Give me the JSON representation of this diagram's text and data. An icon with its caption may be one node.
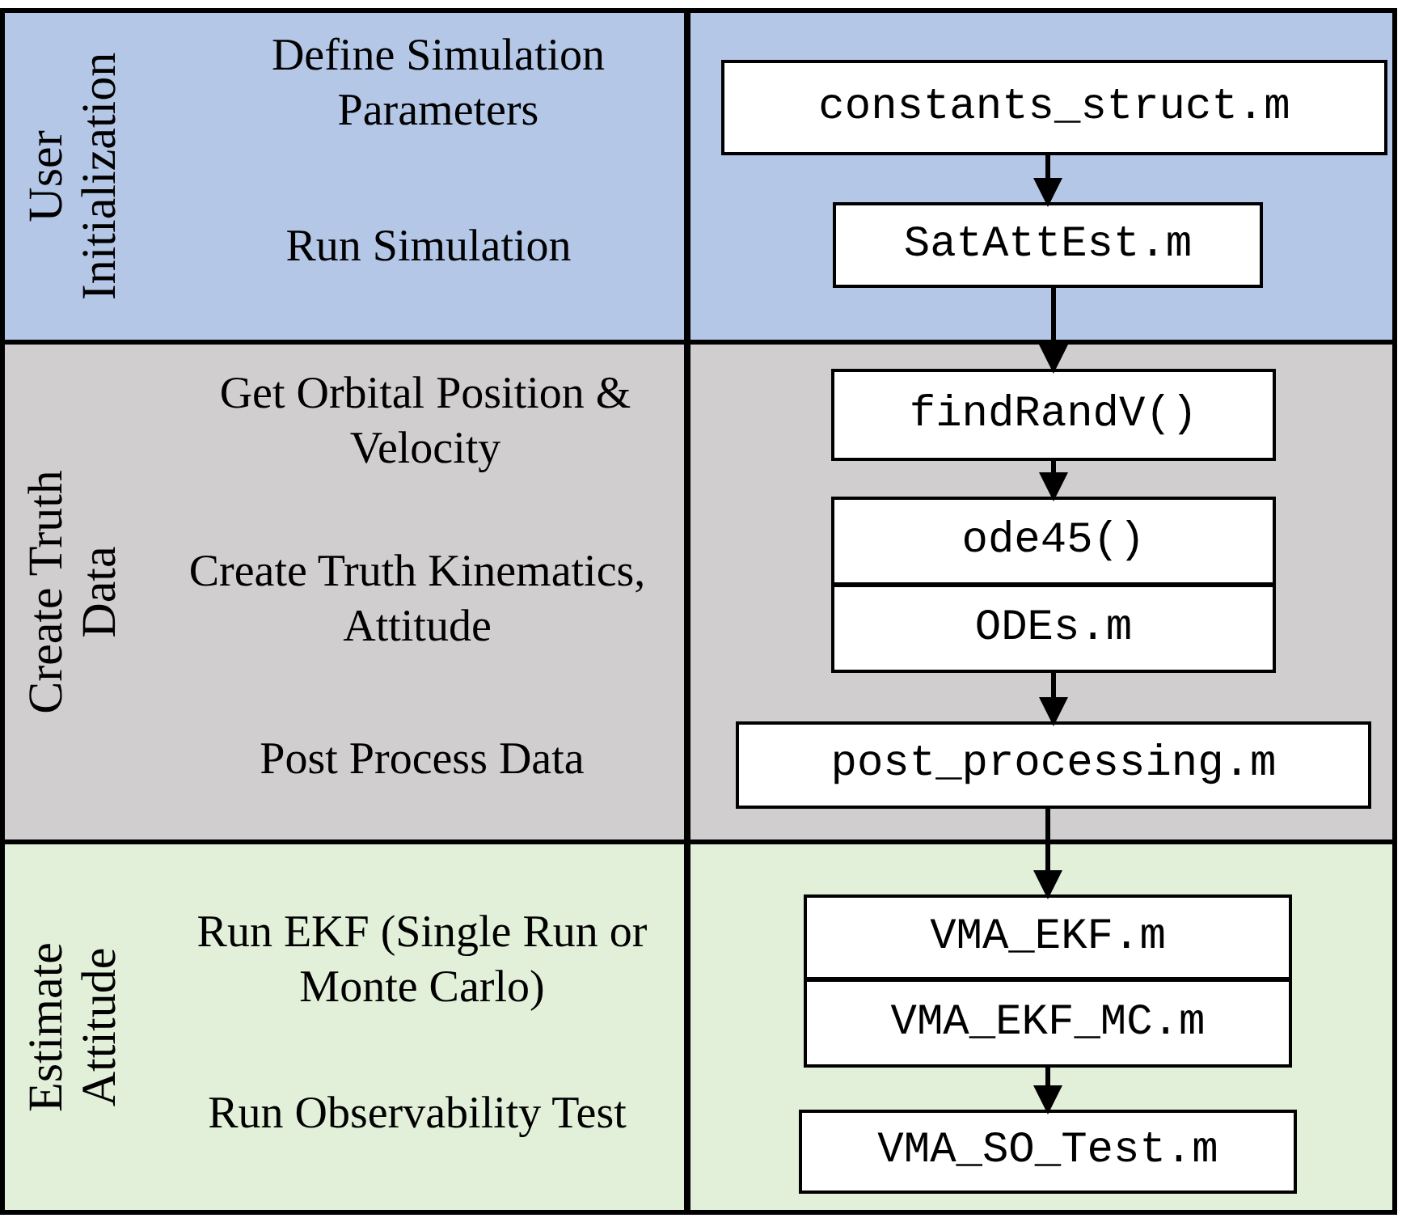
{
  "diagram": {
    "nodes": [
      {
        "text": [
          "User Initialization",
          "Define Simulation Parameters",
          "Run Simulation"
        ]
      },
      {
        "text": [
          "constants_struct.m"
        ],
        "in": 0
      },
      {
        "text": [
          "SatAttEst.m"
        ],
        "in": 0
      },
      {
        "text": [
          "Create Truth Data",
          "Get Orbital Position & Velocity",
          "Create Truth Kinematics, Attitude",
          "Post Process Data"
        ]
      },
      {
        "text": [
          "findRandV()"
        ],
        "in": 3
      },
      {
        "text": [
          "ode45()"
        ],
        "in": 3
      },
      {
        "text": [
          "ODEs.m"
        ],
        "in": 3
      },
      {
        "text": [
          "post_processing.m"
        ],
        "in": 3
      },
      {
        "text": [
          "Estimate Attitude",
          "Run EKF (Single Run or Monte Carlo)",
          "Run Observability Test"
        ]
      },
      {
        "text": [
          "VMA_EKF.m"
        ],
        "in": 8
      },
      {
        "text": [
          "VMA_EKF_MC.m"
        ],
        "in": 8
      },
      {
        "text": [
          "VMA_SO_Test.m"
        ],
        "in": 8
      }
    ],
    "edges": [
      {
        "from": 1,
        "to": 2,
        "arrow": "to"
      },
      {
        "from": 2,
        "to": 4,
        "arrow": "to"
      },
      {
        "from": 4,
        "to": 5,
        "arrow": "to"
      },
      {
        "from": 6,
        "to": 7,
        "arrow": "to"
      },
      {
        "from": 7,
        "to": 9,
        "arrow": "to"
      },
      {
        "from": 10,
        "to": 11,
        "arrow": "to"
      }
    ]
  }
}
